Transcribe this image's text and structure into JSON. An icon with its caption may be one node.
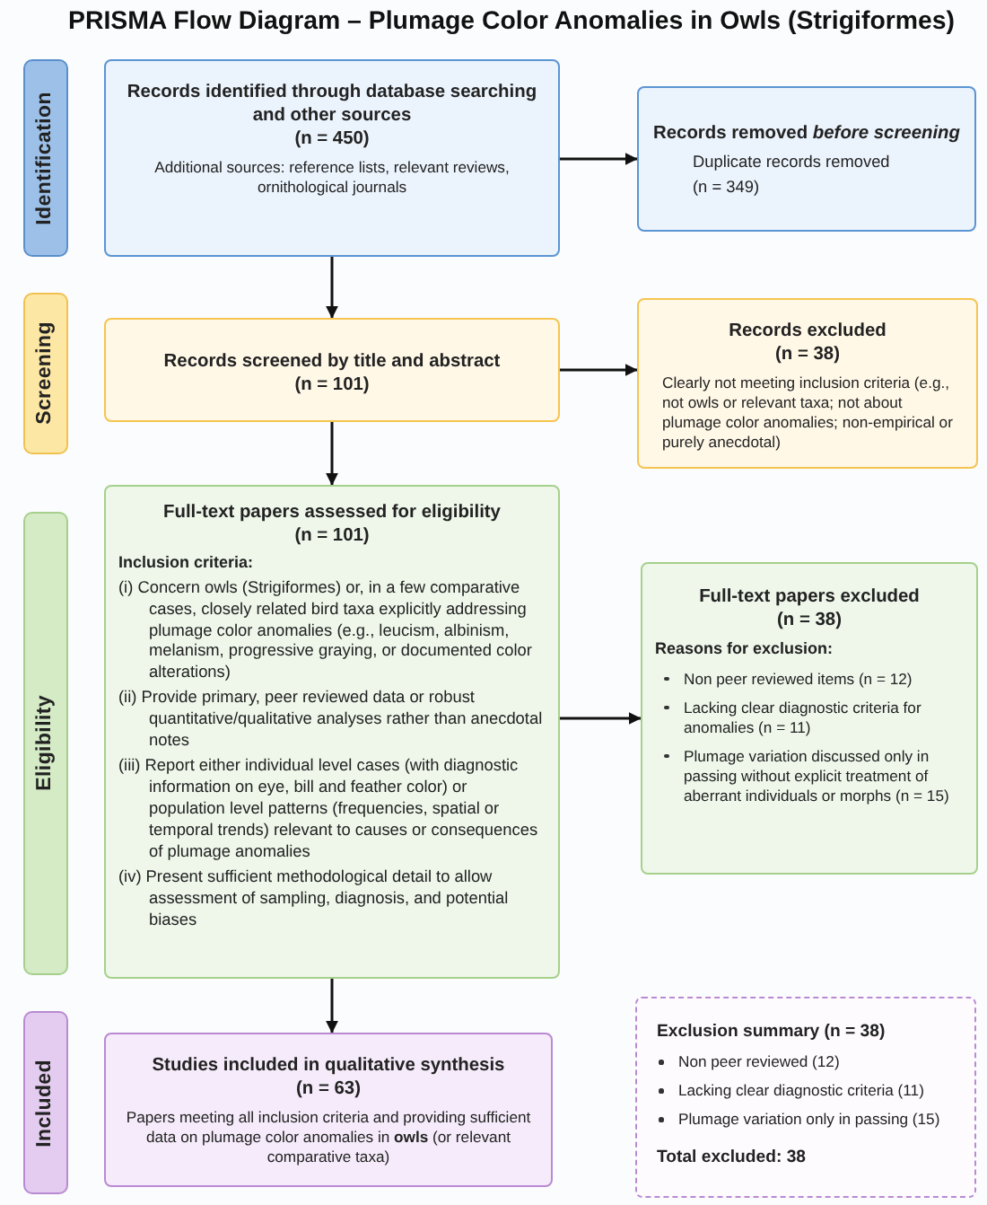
{
  "diagram": {
    "title": "PRISMA Flow Diagram – Plumage Color Anomalies in Owls (Strigiformes)",
    "nodes": [
      {
        "text": [
          "Identification"
        ]
      },
      {
        "text": [
          "Records identified through database searching and other sources",
          "(n = 450)",
          "Additional sources: reference lists, relevant reviews, ornithological journals"
        ]
      },
      {
        "text": [
          "Records removed *before screening*",
          "Duplicate records removed",
          "(n = 349)"
        ]
      },
      {
        "text": [
          "Screening"
        ]
      },
      {
        "text": [
          "Records screened by title and abstract",
          "(n = 101)"
        ]
      },
      {
        "text": [
          "Records excluded",
          "(n = 38)",
          "Clearly not meeting inclusion criteria (e.g., not owls or relevant taxa; not about plumage color anomalies; non-empirical or purely anecdotal)"
        ]
      },
      {
        "text": [
          "Eligibility"
        ]
      },
      {
        "text": [
          "Full-text papers assessed for eligibility",
          "(n = 101)",
          "Inclusion criteria:",
          "(i) Concern owls (Strigiformes) or, in a few comparative cases, closely related bird taxa explicitly addressing plumage color anomalies (e.g., leucism, albinism, melanism, progressive graying, or documented color alterations)",
          "(ii) Provide primary, peer reviewed data or robust quantitative/qualitative analyses rather than anecdotal notes",
          "(iii) Report either individual level cases (with diagnostic information on eye, bill and feather color) or population level patterns (frequencies, spatial or temporal trends) relevant to causes or consequences of plumage anomalies",
          "(iv) Present sufficient methodological detail to allow assessment of sampling, diagnosis, and potential biases"
        ]
      },
      {
        "text": [
          "Full-text papers excluded",
          "(n = 38)",
          "Reasons for exclusion:",
          "Non peer reviewed items (n = 12)",
          "Lacking clear diagnostic criteria for anomalies (n = 11)",
          "Plumage variation discussed only in passing without explicit treatment of aberrant individuals or morphs (n = 15)"
        ]
      },
      {
        "text": [
          "Included"
        ]
      },
      {
        "text": [
          "Studies included in qualitative synthesis",
          "(n = 63)",
          "Papers meeting all inclusion criteria and providing sufficient data on plumage color anomalies in **owls** (or relevant comparative taxa)"
        ]
      },
      {
        "text": [
          "Exclusion summary (n = 38)",
          "Non peer reviewed (12)",
          "Lacking clear diagnostic criteria (11)",
          "Plumage variation only in passing (15)",
          "Total excluded: 38"
        ]
      }
    ],
    "edges": [
      {
        "from": 1,
        "to": 2,
        "arrow": "to"
      },
      {
        "from": 1,
        "to": 4,
        "arrow": "to"
      },
      {
        "from": 4,
        "to": 5,
        "arrow": "to"
      },
      {
        "from": 4,
        "to": 7,
        "arrow": "to"
      },
      {
        "from": 7,
        "to": 8,
        "arrow": "to"
      },
      {
        "from": 7,
        "to": 10,
        "arrow": "to"
      }
    ]
  }
}
